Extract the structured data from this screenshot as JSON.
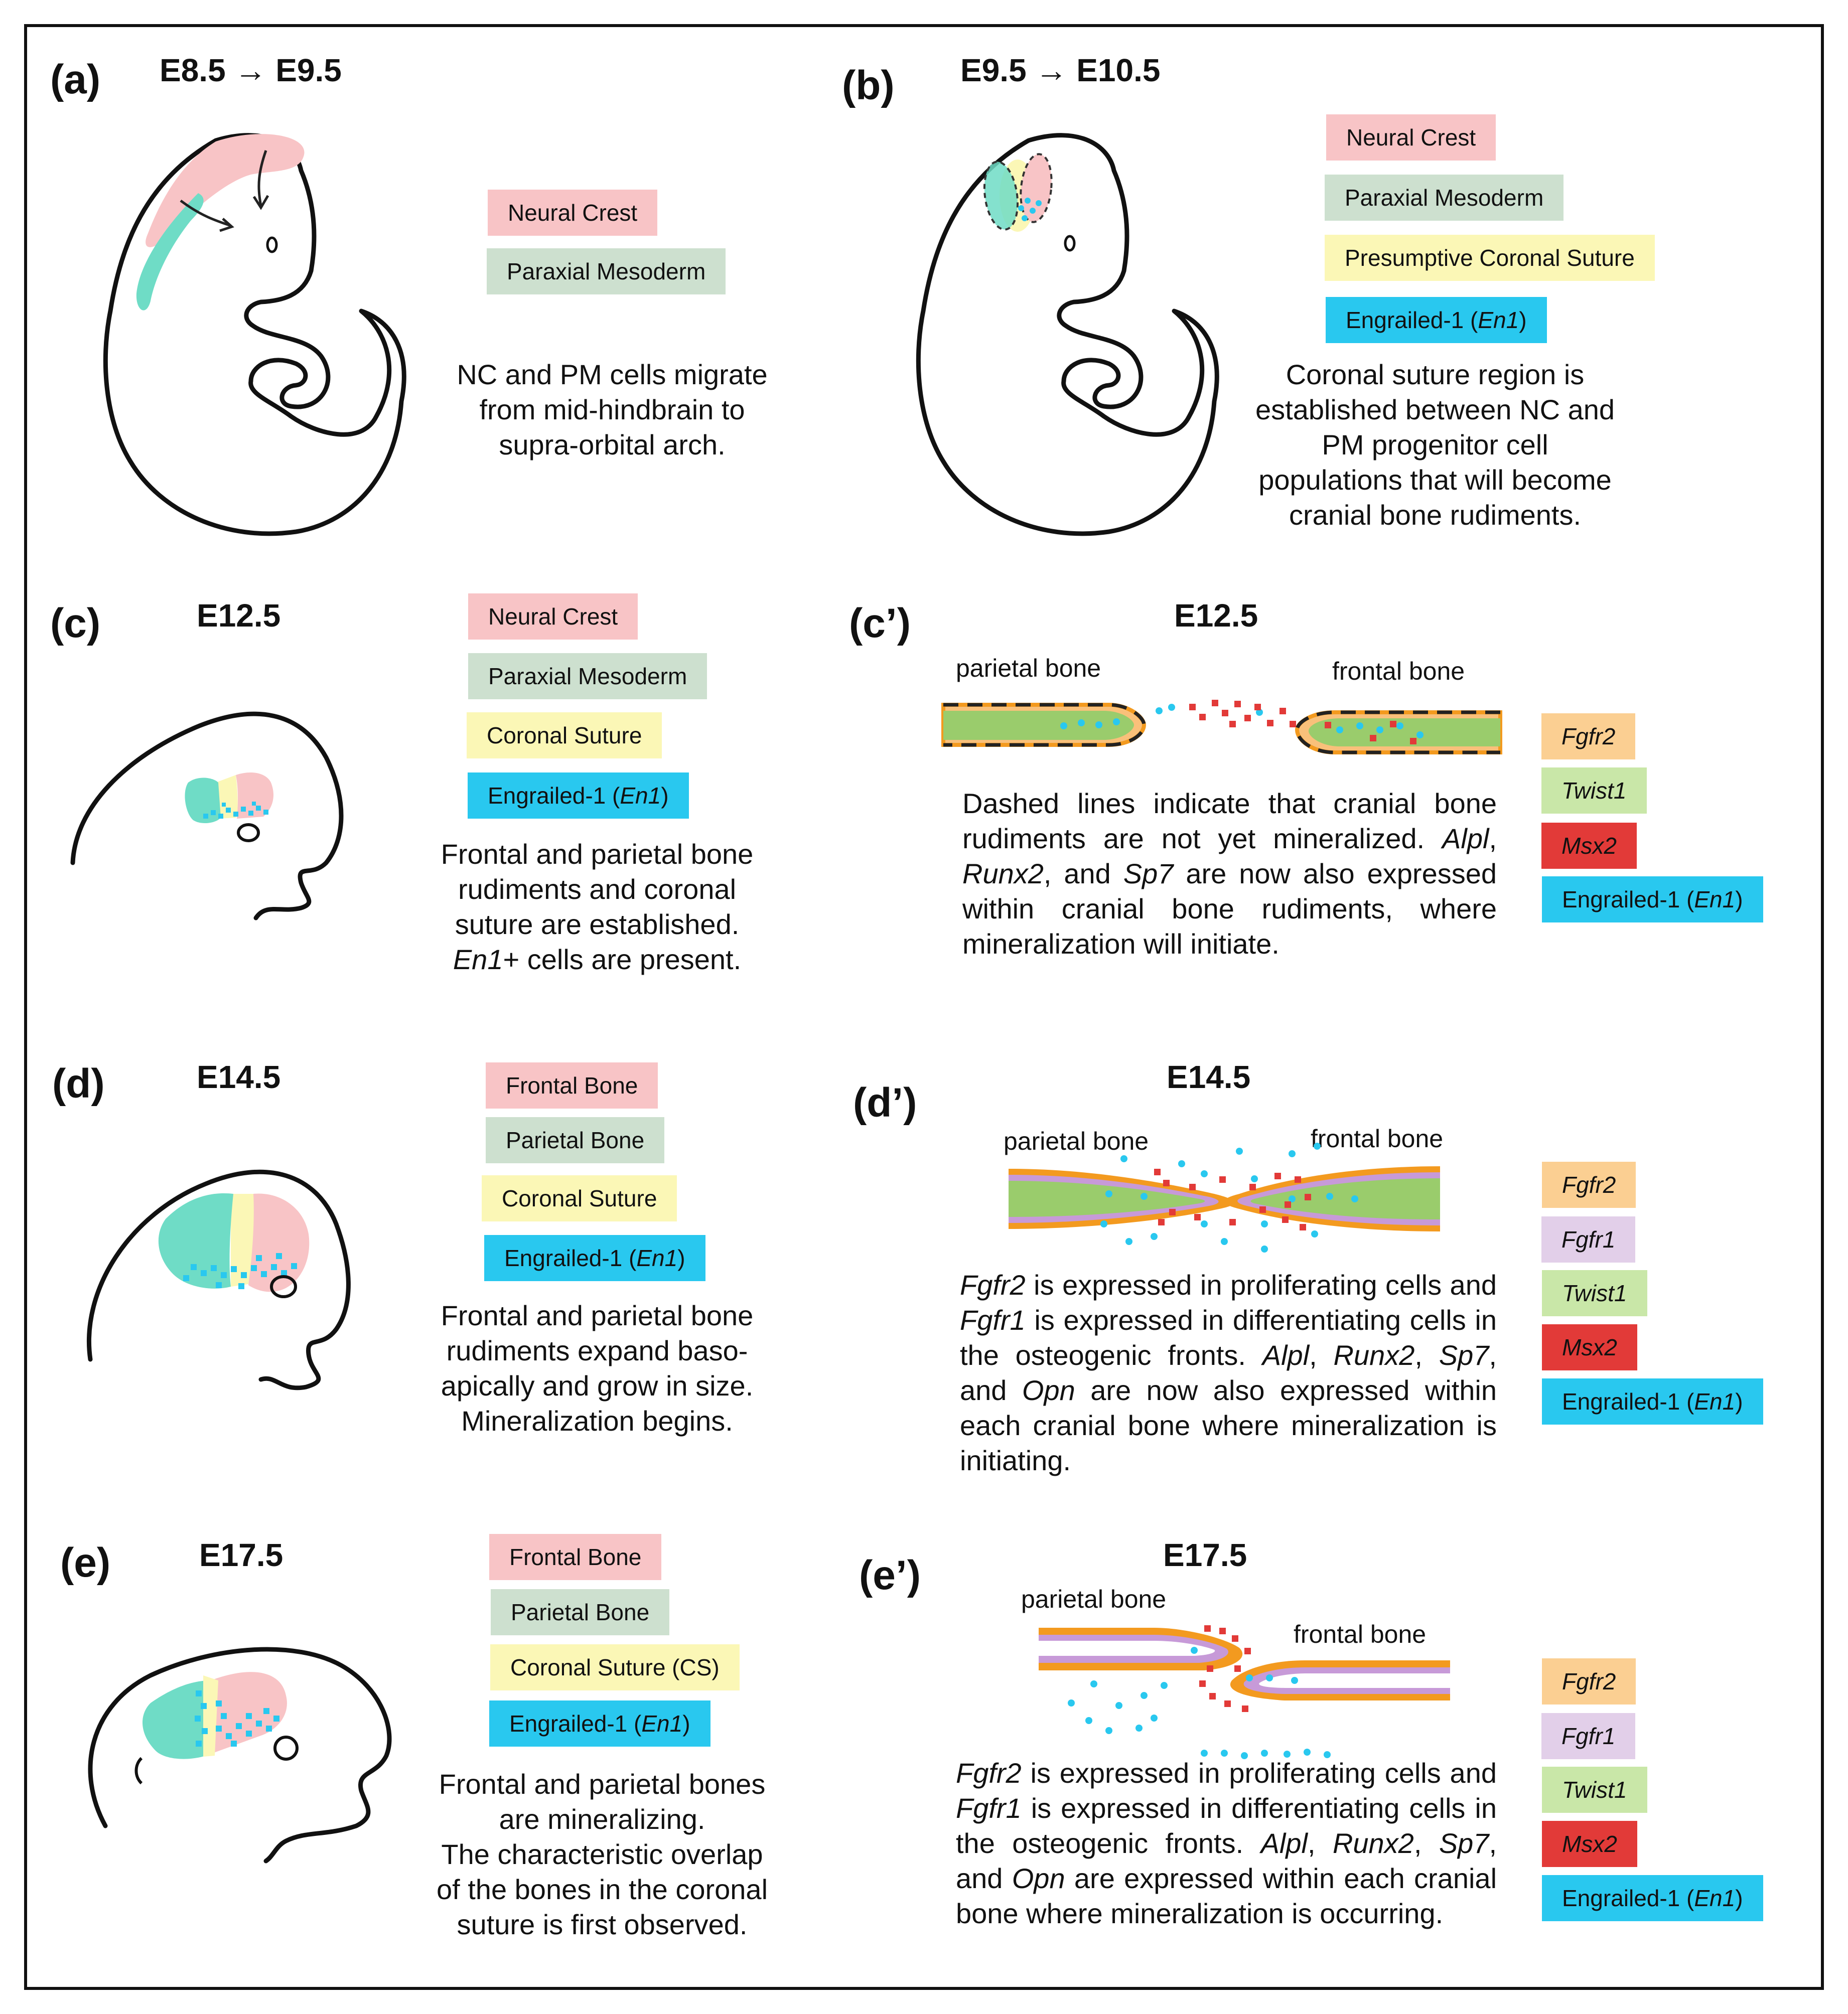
{
  "colors": {
    "neural_crest": "#f8c4c6",
    "paraxial_mesoderm": "#cde0cf",
    "coronal_suture": "#fbf7b6",
    "engrailed": "#29c8ef",
    "frontal_teal": "#6fdcc6",
    "fgfr2": "#fbcf92",
    "fgfr1": "#e2cfe9",
    "twist1": "#c9e7a8",
    "msx2": "#e23a38",
    "bone_orange": "#f39a1f",
    "bone_purple": "#c79ad8",
    "bone_green": "#9acc6c"
  },
  "panels": {
    "a": {
      "label": "(a)",
      "stage": "E8.5 → E9.5",
      "legend": [
        "Neural Crest",
        "Paraxial Mesoderm"
      ],
      "desc": [
        "NC and PM cells migrate",
        "from mid-hindbrain to",
        "supra-orbital arch."
      ]
    },
    "b": {
      "label": "(b)",
      "stage": "E9.5 → E10.5",
      "legend": [
        "Neural Crest",
        "Paraxial Mesoderm",
        "Presumptive Coronal Suture"
      ],
      "legend_en1": {
        "prefix": "Engrailed-1 (",
        "gene": "En1",
        "suffix": ")"
      },
      "desc": [
        "Coronal suture region is",
        "established between NC and",
        "PM progenitor cell",
        "populations that will become",
        "cranial bone rudiments."
      ]
    },
    "c": {
      "label": "(c)",
      "stage": "E12.5",
      "legend": [
        "Neural Crest",
        "Paraxial Mesoderm",
        "Coronal Suture"
      ],
      "legend_en1": {
        "prefix": "Engrailed-1 (",
        "gene": "En1",
        "suffix": ")"
      },
      "desc": [
        "Frontal and parietal bone",
        "rudiments and coronal",
        "suture are established."
      ],
      "desc_last": {
        "gene": "En1",
        "rest": "+ cells are present."
      }
    },
    "c2": {
      "label": "(c’)",
      "stage": "E12.5",
      "parietal": "parietal bone",
      "frontal": "frontal bone",
      "legend": [
        "Fgfr2",
        "Twist1",
        "Msx2"
      ],
      "legend_en1": {
        "prefix": "Engrailed-1 (",
        "gene": "En1",
        "suffix": ")"
      },
      "desc": {
        "t1": "Dashed lines indicate that cranial bone rudiments are not yet mineralized. ",
        "g1": "Alpl",
        "t2": ", ",
        "g2": "Runx2",
        "t3": ", and ",
        "g3": "Sp7",
        "t4": " are now also expressed within cranial bone rudiments, where mineralization will initiate."
      }
    },
    "d": {
      "label": "(d)",
      "stage": "E14.5",
      "legend": [
        "Frontal Bone",
        "Parietal Bone",
        "Coronal Suture"
      ],
      "legend_en1": {
        "prefix": "Engrailed-1 (",
        "gene": "En1",
        "suffix": ")"
      },
      "desc": [
        "Frontal and parietal bone",
        "rudiments expand baso-",
        "apically and grow in size.",
        "Mineralization begins."
      ]
    },
    "d2": {
      "label": "(d’)",
      "stage": "E14.5",
      "parietal": "parietal bone",
      "frontal": "frontal bone",
      "legend": [
        "Fgfr2",
        "Fgfr1",
        "Twist1",
        "Msx2"
      ],
      "legend_en1": {
        "prefix": "Engrailed-1 (",
        "gene": "En1",
        "suffix": ")"
      },
      "desc": {
        "g1": "Fgfr2",
        "t1": " is expressed in proliferating cells and ",
        "g2": "Fgfr1",
        "t2": " is expressed in differentiating cells in the osteogenic fronts. ",
        "g3": "Alpl",
        "t3": ", ",
        "g4": "Runx2",
        "t4": ", ",
        "g5": "Sp7",
        "t5": ", and ",
        "g6": "Opn",
        "t6": " are now also expressed within each cranial bone where mineralization is initiating."
      }
    },
    "e": {
      "label": "(e)",
      "stage": "E17.5",
      "legend": [
        "Frontal Bone",
        "Parietal Bone",
        "Coronal Suture (CS)"
      ],
      "legend_en1": {
        "prefix": "Engrailed-1 (",
        "gene": "En1",
        "suffix": ")"
      },
      "desc": [
        "Frontal and parietal bones",
        "are mineralizing.",
        "The characteristic overlap",
        "of the bones in the coronal",
        "suture is first observed."
      ]
    },
    "e2": {
      "label": "(e’)",
      "stage": "E17.5",
      "parietal": "parietal bone",
      "frontal": "frontal bone",
      "legend": [
        "Fgfr2",
        "Fgfr1",
        "Twist1",
        "Msx2"
      ],
      "legend_en1": {
        "prefix": "Engrailed-1 (",
        "gene": "En1",
        "suffix": ")"
      },
      "desc": {
        "g1": "Fgfr2",
        "t1": " is expressed in proliferating cells and ",
        "g2": "Fgfr1",
        "t2": " is expressed in differentiating cells in the osteogenic fronts. ",
        "g3": "Alpl",
        "t3": ", ",
        "g4": "Runx2",
        "t4": ", ",
        "g5": "Sp7",
        "t5": ", and ",
        "g6": "Opn",
        "t6": " are expressed within each cranial bone where mineralization is occurring."
      }
    }
  }
}
